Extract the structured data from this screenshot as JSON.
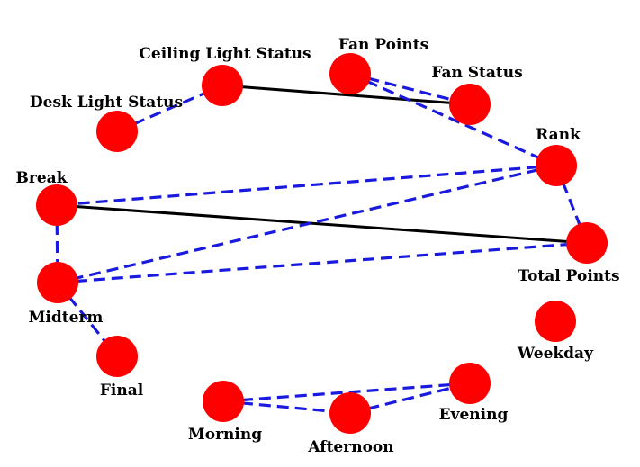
{
  "graph": {
    "colors": {
      "node": "#ff0000",
      "solid_edge": "#000000",
      "dashed_edge": "#1a1adf",
      "label": "#000000"
    },
    "nodes": [
      {
        "id": "ceiling",
        "label": "Ceiling Light Status"
      },
      {
        "id": "fan_points",
        "label": "Fan Points"
      },
      {
        "id": "fan_status",
        "label": "Fan Status"
      },
      {
        "id": "desk",
        "label": "Desk Light Status"
      },
      {
        "id": "rank",
        "label": "Rank"
      },
      {
        "id": "break",
        "label": "Break"
      },
      {
        "id": "total",
        "label": "Total Points"
      },
      {
        "id": "midterm",
        "label": "Midterm"
      },
      {
        "id": "weekday",
        "label": "Weekday"
      },
      {
        "id": "final",
        "label": "Final"
      },
      {
        "id": "evening",
        "label": "Evening"
      },
      {
        "id": "morning",
        "label": "Morning"
      },
      {
        "id": "afternoon",
        "label": "Afternoon"
      }
    ],
    "edges": [
      {
        "from": "ceiling",
        "to": "fan_status",
        "style": "solid"
      },
      {
        "from": "break",
        "to": "total",
        "style": "solid"
      },
      {
        "from": "desk",
        "to": "ceiling",
        "style": "dashed"
      },
      {
        "from": "fan_points",
        "to": "fan_status",
        "style": "dashed"
      },
      {
        "from": "fan_points",
        "to": "rank",
        "style": "dashed"
      },
      {
        "from": "rank",
        "to": "break",
        "style": "dashed"
      },
      {
        "from": "rank",
        "to": "midterm",
        "style": "dashed"
      },
      {
        "from": "rank",
        "to": "total",
        "style": "dashed"
      },
      {
        "from": "break",
        "to": "midterm",
        "style": "dashed"
      },
      {
        "from": "midterm",
        "to": "total",
        "style": "dashed"
      },
      {
        "from": "midterm",
        "to": "final",
        "style": "dashed"
      },
      {
        "from": "morning",
        "to": "afternoon",
        "style": "dashed"
      },
      {
        "from": "morning",
        "to": "evening",
        "style": "dashed"
      },
      {
        "from": "afternoon",
        "to": "evening",
        "style": "dashed"
      }
    ]
  }
}
